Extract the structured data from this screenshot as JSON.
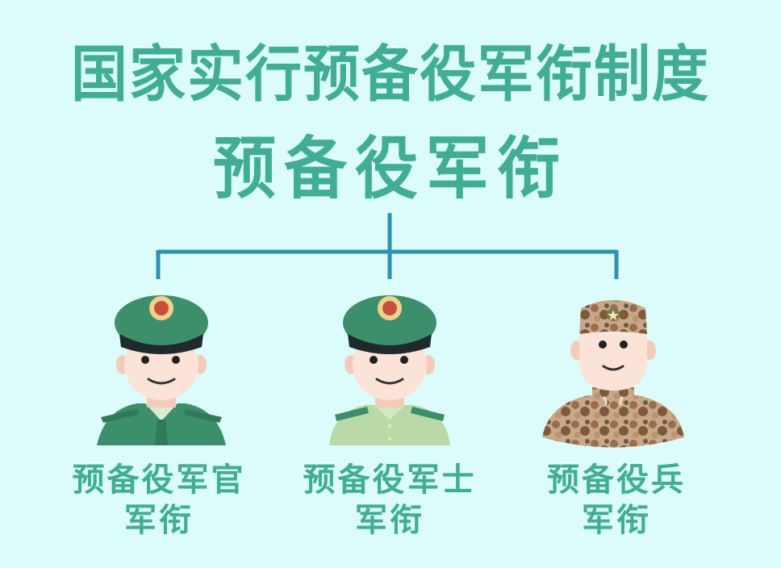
{
  "header": {
    "title": "国家实行预备役军衔制度",
    "subtitle": "预备役军衔"
  },
  "colors": {
    "background": "#dcfcfb",
    "text_accent": "#3fae94",
    "connector": "#2b93b2",
    "officer_uniform": "#3b8f6a",
    "nco_uniform": "#b9d9a6",
    "soldier_camo": "#b08c6a"
  },
  "branches": [
    {
      "line1": "预备役军官",
      "line2": "军衔",
      "figure": "officer-avatar"
    },
    {
      "line1": "预备役军士",
      "line2": "军衔",
      "figure": "nco-avatar"
    },
    {
      "line1": "预备役兵",
      "line2": "军衔",
      "figure": "soldier-avatar"
    }
  ]
}
